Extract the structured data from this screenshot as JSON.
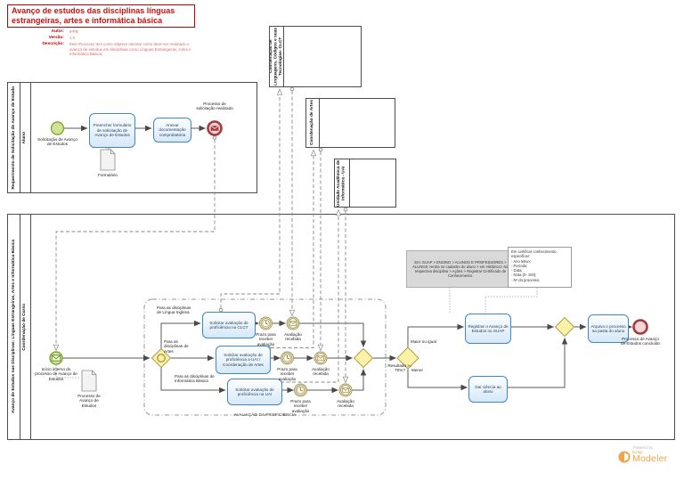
{
  "header": {
    "title": "Avanço de estudos das disciplinas línguas estrangeiras, artes e informática básica",
    "fields": [
      {
        "label": "Autor:",
        "value": "IFPB"
      },
      {
        "label": "Versão:",
        "value": "1.0"
      },
      {
        "label": "Descrição:",
        "value": "Este Processo tem como objetivo orientar como deve ser realizado o avanço de estudos em disciplinas como Línguas Estrangeiras, Artes e Informática Básica."
      }
    ]
  },
  "pools": {
    "requerimento": {
      "label": "Requerimento de Solicitação de Avanço de Estudo",
      "lane": "Aluno"
    },
    "clct": {
      "label": "Coordenação de Linguagens, Códigos e suas Tecnologias- CLCT"
    },
    "artes": {
      "label": "Coordenação de Artes"
    },
    "uai": {
      "label": "Unidade Acadêmica de Informática - UAI"
    },
    "principal": {
      "label": "Avanço de Estudos nas Disciplinas: Línguas Estrangeiras, Artes e Informática Básica",
      "lane": "Coordenação de Curso"
    }
  },
  "nodes": {
    "start_solicitacao": "Solicitação de Avanço de Estudos",
    "task_preencher": "Preencher formulário de solicitação de Avanço de Estudos",
    "doc_formulario": "Formulário",
    "task_anexar": "Anexar documentação comprobatória",
    "end_solicitacao": "Processo de solicitação realizado",
    "start_interno": "Início interno do processo de Avanço de Estudos",
    "doc_processo": "Processo de Avanço de Estudos",
    "task_clct": "Solicitar avaliação de proficiência na CLCT",
    "task_artes": "Solicitar avaliação de proficiência a UAI / Coordenação de Artes",
    "task_uai": "Solicitar avaliação de proficiência na UAI",
    "timer1": "Prazo para receber avaliação",
    "msg1": "Avaliação recebida",
    "timer2": "Prazo para receber avaliação",
    "msg2": "Avaliação recebida",
    "timer3": "Prazo para receber avaliação",
    "msg3": "Avaliação recebida",
    "gw_resultado": "Resultado >= 70%?",
    "task_registrar": "Registrar o Avanço de Estudos no SUAP",
    "task_ciencia": "Dar ciência ao aluno",
    "task_arquiva": "Arquiva o processo na pasta do aluno",
    "end_concluido": "Processo de Avanço de Estudos concluído"
  },
  "edges": {
    "lingua": "Para as disciplinas de Língua Inglesa",
    "artes": "Para as disciplinas de Artes",
    "informatica": "Para as disciplinas de Informática Básica",
    "maior": "Maior ou igual",
    "menor": "Menor"
  },
  "group": {
    "label": "AVALIAÇÃO DA PROFICIÊNCIA"
  },
  "annotations": {
    "suap_path": "Em: SUAP > ENSINO > ALUNOS E PROFESSORES > ALUNOS >entra no cadastro do aluno > em Histórico> Na respectiva disciplina > Ações > Registrar Certificado de Conhecimento.",
    "certificar_titulo": "Em certificar conhecimento, especificar:",
    "certificar_itens": [
      "- Ano letivo;",
      "- Período;",
      "- Data;",
      "- Nota (0- 100);",
      "- Nº do processo."
    ]
  },
  "footer": {
    "powered_by": "Powered by",
    "brand": "bizagi",
    "product": "Modeler"
  },
  "colors": {
    "accent_red": "#C00000",
    "task_border": "#4186C6",
    "event_green": "#85A73B",
    "event_red": "#A93939",
    "gateway_yellow": "#ADA04A",
    "bizagi_orange": "#F2A24B"
  }
}
